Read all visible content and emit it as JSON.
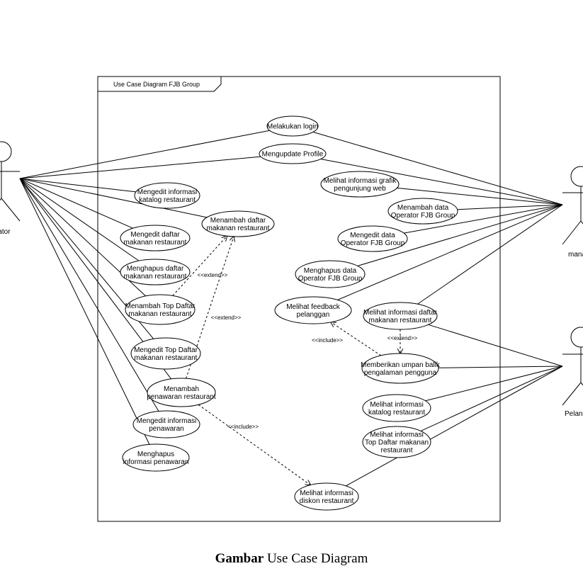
{
  "frame": {
    "title": "Use Case Diagram FJB Group"
  },
  "actors": [
    {
      "id": "operator",
      "label": "rator"
    },
    {
      "id": "manajer",
      "label": "mana"
    },
    {
      "id": "pelanggan",
      "label": "Pelang"
    }
  ],
  "usecases": [
    {
      "id": "login",
      "lines": [
        "Melakukan login"
      ]
    },
    {
      "id": "profile",
      "lines": [
        "Mengupdate Profile"
      ]
    },
    {
      "id": "edit_katalog",
      "lines": [
        "Mengedit informasi",
        "katalog restaurant"
      ]
    },
    {
      "id": "tambah_daftar",
      "lines": [
        "Menambah daftar",
        "makanan restaurant"
      ]
    },
    {
      "id": "edit_daftar",
      "lines": [
        "Mengedit daftar",
        "makanan restaurant"
      ]
    },
    {
      "id": "hapus_daftar",
      "lines": [
        "Menghapus daftar",
        "makanan restaurant"
      ]
    },
    {
      "id": "tambah_top",
      "lines": [
        "Menambah Top Daftar",
        "makanan restaurant"
      ]
    },
    {
      "id": "edit_top",
      "lines": [
        "Mengedit Top Daftar",
        "makanan restaurant"
      ]
    },
    {
      "id": "tambah_penawaran",
      "lines": [
        "Menambah",
        "penawaran restaurant"
      ]
    },
    {
      "id": "edit_penawaran",
      "lines": [
        "Mengedit informasi",
        "penawaran"
      ]
    },
    {
      "id": "hapus_penawaran",
      "lines": [
        "Menghapus",
        "informasi penawaran"
      ]
    },
    {
      "id": "grafik",
      "lines": [
        "Melihat informasi grafik",
        "pengunjung web"
      ]
    },
    {
      "id": "tambah_operator",
      "lines": [
        "Menambah data",
        "Operator FJB Group"
      ]
    },
    {
      "id": "edit_operator",
      "lines": [
        "Mengedit data",
        "Operator FJB Group"
      ]
    },
    {
      "id": "hapus_operator",
      "lines": [
        "Menghapus data",
        "Operator FJB Group"
      ]
    },
    {
      "id": "feedback",
      "lines": [
        "Melihat feedback",
        "pelanggan"
      ]
    },
    {
      "id": "lihat_daftar",
      "lines": [
        "Melihat informasi daftar",
        "makanan restaurant"
      ]
    },
    {
      "id": "umpan_balik",
      "lines": [
        "Memberikan umpan balik",
        "pengalaman pengguna"
      ]
    },
    {
      "id": "lihat_katalog",
      "lines": [
        "Melihat informasi",
        "katalog restaurant"
      ]
    },
    {
      "id": "lihat_top",
      "lines": [
        "Melihat informasi",
        "Top Daftar makanan",
        "restaurant"
      ]
    },
    {
      "id": "diskon",
      "lines": [
        "Melihat informasi",
        "diskon restaurant"
      ]
    }
  ],
  "associations": [
    [
      "operator",
      "login"
    ],
    [
      "operator",
      "profile"
    ],
    [
      "operator",
      "edit_katalog"
    ],
    [
      "operator",
      "tambah_daftar"
    ],
    [
      "operator",
      "edit_daftar"
    ],
    [
      "operator",
      "hapus_daftar"
    ],
    [
      "operator",
      "tambah_top"
    ],
    [
      "operator",
      "edit_top"
    ],
    [
      "operator",
      "tambah_penawaran"
    ],
    [
      "operator",
      "edit_penawaran"
    ],
    [
      "operator",
      "hapus_penawaran"
    ],
    [
      "manajer",
      "login"
    ],
    [
      "manajer",
      "profile"
    ],
    [
      "manajer",
      "grafik"
    ],
    [
      "manajer",
      "tambah_operator"
    ],
    [
      "manajer",
      "edit_operator"
    ],
    [
      "manajer",
      "hapus_operator"
    ],
    [
      "manajer",
      "feedback"
    ],
    [
      "manajer",
      "lihat_daftar"
    ],
    [
      "pelanggan",
      "lihat_daftar"
    ],
    [
      "pelanggan",
      "umpan_balik"
    ],
    [
      "pelanggan",
      "lihat_katalog"
    ],
    [
      "pelanggan",
      "lihat_top"
    ],
    [
      "pelanggan",
      "diskon"
    ]
  ],
  "relationships": [
    {
      "from": "tambah_top",
      "to": "tambah_daftar",
      "label": "<<extend>>"
    },
    {
      "from": "tambah_penawaran",
      "to": "tambah_daftar",
      "label": "<<extend>>"
    },
    {
      "from": "tambah_penawaran",
      "to": "diskon",
      "label": "<<include>>"
    },
    {
      "from": "lihat_daftar",
      "to": "umpan_balik",
      "label": "<<extend>>"
    },
    {
      "from": "umpan_balik",
      "to": "feedback",
      "label": "<<include>>"
    }
  ],
  "caption": {
    "bold": "Gambar",
    "rest": " Use Case Diagram"
  }
}
